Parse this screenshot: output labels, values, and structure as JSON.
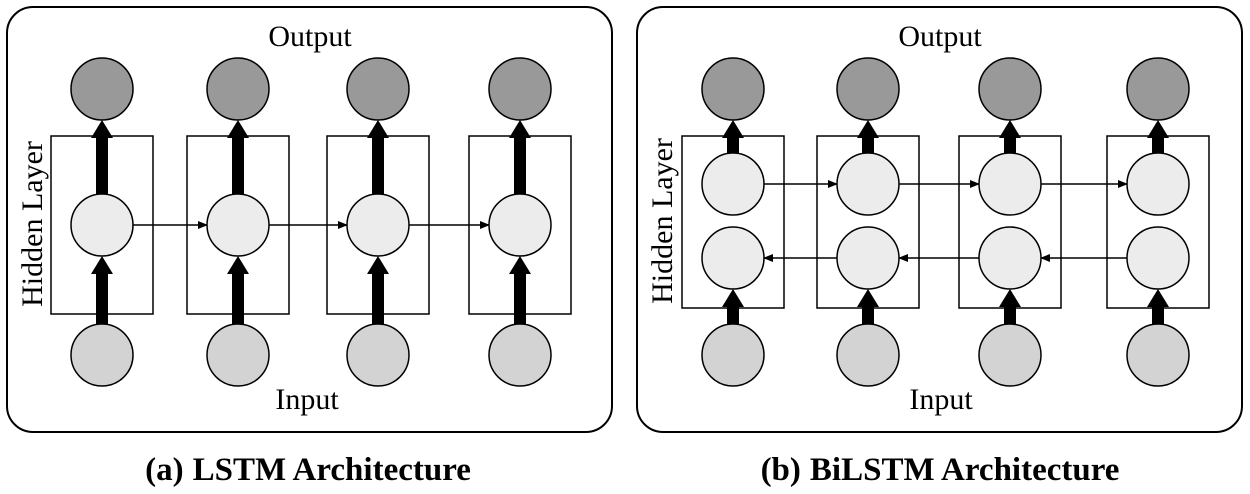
{
  "panels": [
    {
      "id": "a",
      "output_label": "Output",
      "input_label": "Input",
      "hidden_label": "Hidden Layer",
      "caption_prefix": "(a)",
      "caption_title": "LSTM Architecture",
      "type": "unidirectional",
      "timesteps": 4
    },
    {
      "id": "b",
      "output_label": "Output",
      "input_label": "Input",
      "hidden_label": "Hidden Layer",
      "caption_prefix": "(b)",
      "caption_title": "BiLSTM Architecture",
      "type": "bidirectional",
      "timesteps": 4
    }
  ],
  "colors": {
    "output_node": "#999999",
    "hidden_node": "#ececec",
    "input_node": "#d3d3d3",
    "stroke": "#000000",
    "background": "#ffffff"
  }
}
